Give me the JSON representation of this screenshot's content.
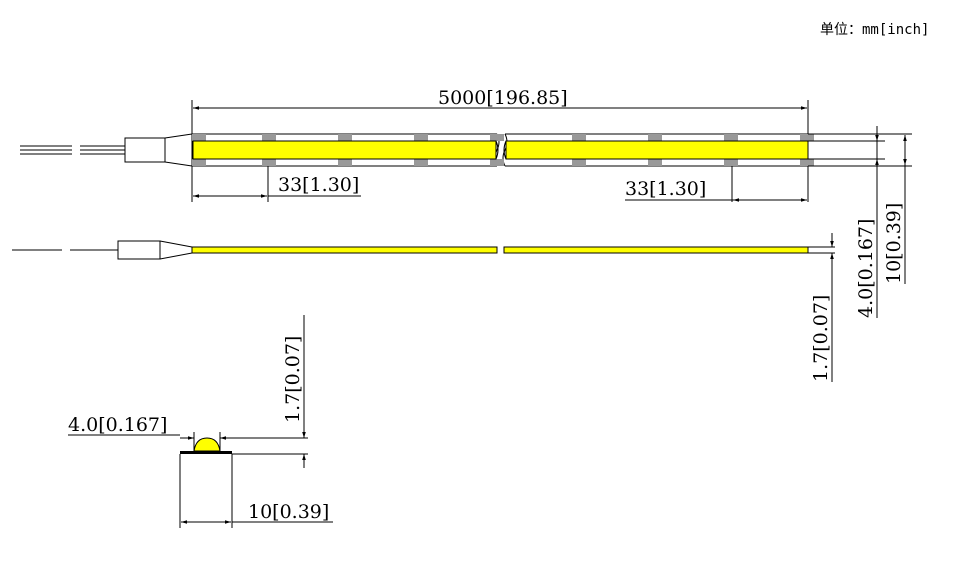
{
  "units_label": "单位：mm[inch]",
  "dimensions": {
    "total_length": "5000[196.85]",
    "pitch_left": "33[1.30]",
    "pitch_right": "33[1.30]",
    "strip_width_led": "4.0[0.167]",
    "strip_width": "10[0.39]",
    "thickness_side": "1.7[0.07]",
    "section_thickness": "1.7[0.07]",
    "section_led_width": "4.0[0.167]",
    "section_width": "10[0.39]"
  },
  "colors": {
    "led": "#ffff00",
    "pad": "#999999",
    "line": "#000000"
  }
}
